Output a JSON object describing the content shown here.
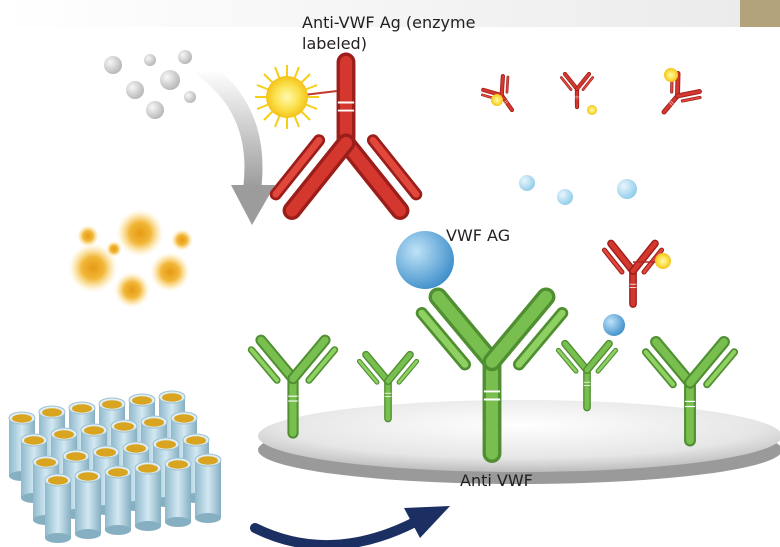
{
  "labels": {
    "enzyme_antibody": "Anti-VWF Ag (enzyme labeled)",
    "antigen": "VWF AG",
    "capture_antibody": "Anti VWF"
  },
  "colors": {
    "capture_antibody": "#6fb24a",
    "detection_antibody": "#c8302a",
    "antigen": "#5aa6d8",
    "enzyme_label": "#f7d21e",
    "substrate": "#c8c8c8",
    "product": "#f0a81c",
    "arrow": "#1c2f63",
    "corner_block": "#b2a37a"
  },
  "icons": {
    "conversion_arrow": "curved-arrow-icon",
    "rotation_arrow": "curved-arrow-icon",
    "enzyme_label": "sunburst-icon",
    "microplate": "microplate-wells-icon"
  }
}
